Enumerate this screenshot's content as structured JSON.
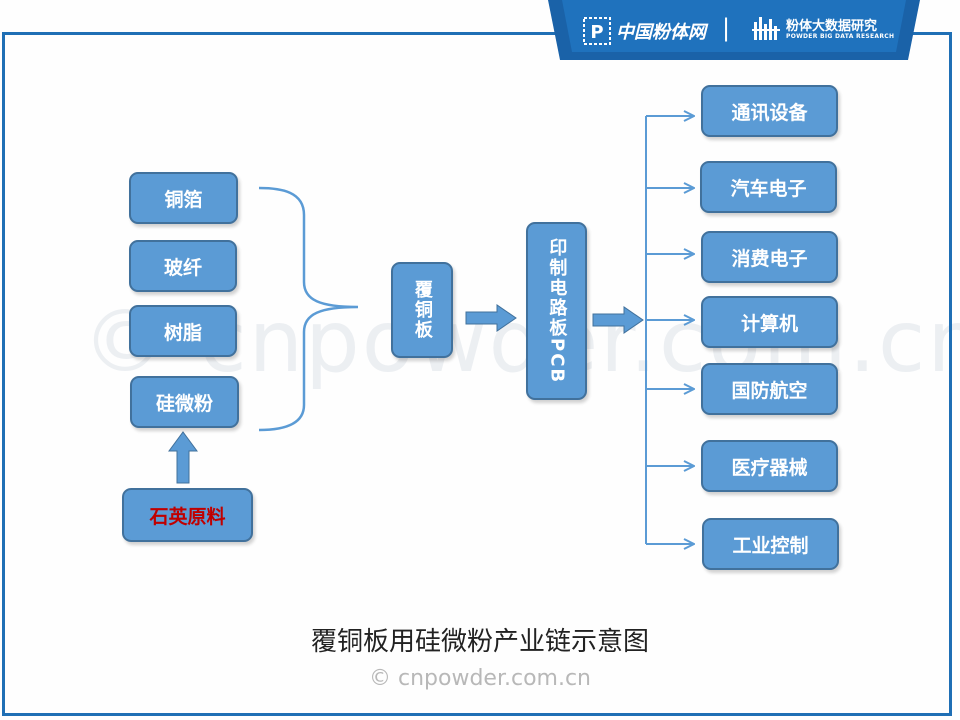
{
  "header": {
    "brand_left": "中国粉体网",
    "brand_right": "粉体大数据研究",
    "brand_right_sub": "POWDER BIG DATA RESEARCH",
    "logo_letter": "P",
    "separator": "|"
  },
  "materials": [
    "铜箔",
    "玻纤",
    "树脂",
    "硅微粉"
  ],
  "raw_material": "石英原料",
  "intermediate": "覆铜板",
  "pcb": "印制电路板PCB",
  "applications": [
    "通讯设备",
    "汽车电子",
    "消费电子",
    "计算机",
    "国防航空",
    "医疗器械",
    "工业控制"
  ],
  "caption": "覆铜板用硅微粉产业链示意图",
  "footer": "© cnpowder.com.cn",
  "watermark": "© cnpowder.com.cn",
  "colors": {
    "box_fill": "#5b9bd5",
    "box_border": "#41719c",
    "arrow": "#5b9bd5",
    "bracket": "#5b9bd5",
    "banner": "#1a62a8",
    "raw_material_text": "#c00000"
  }
}
